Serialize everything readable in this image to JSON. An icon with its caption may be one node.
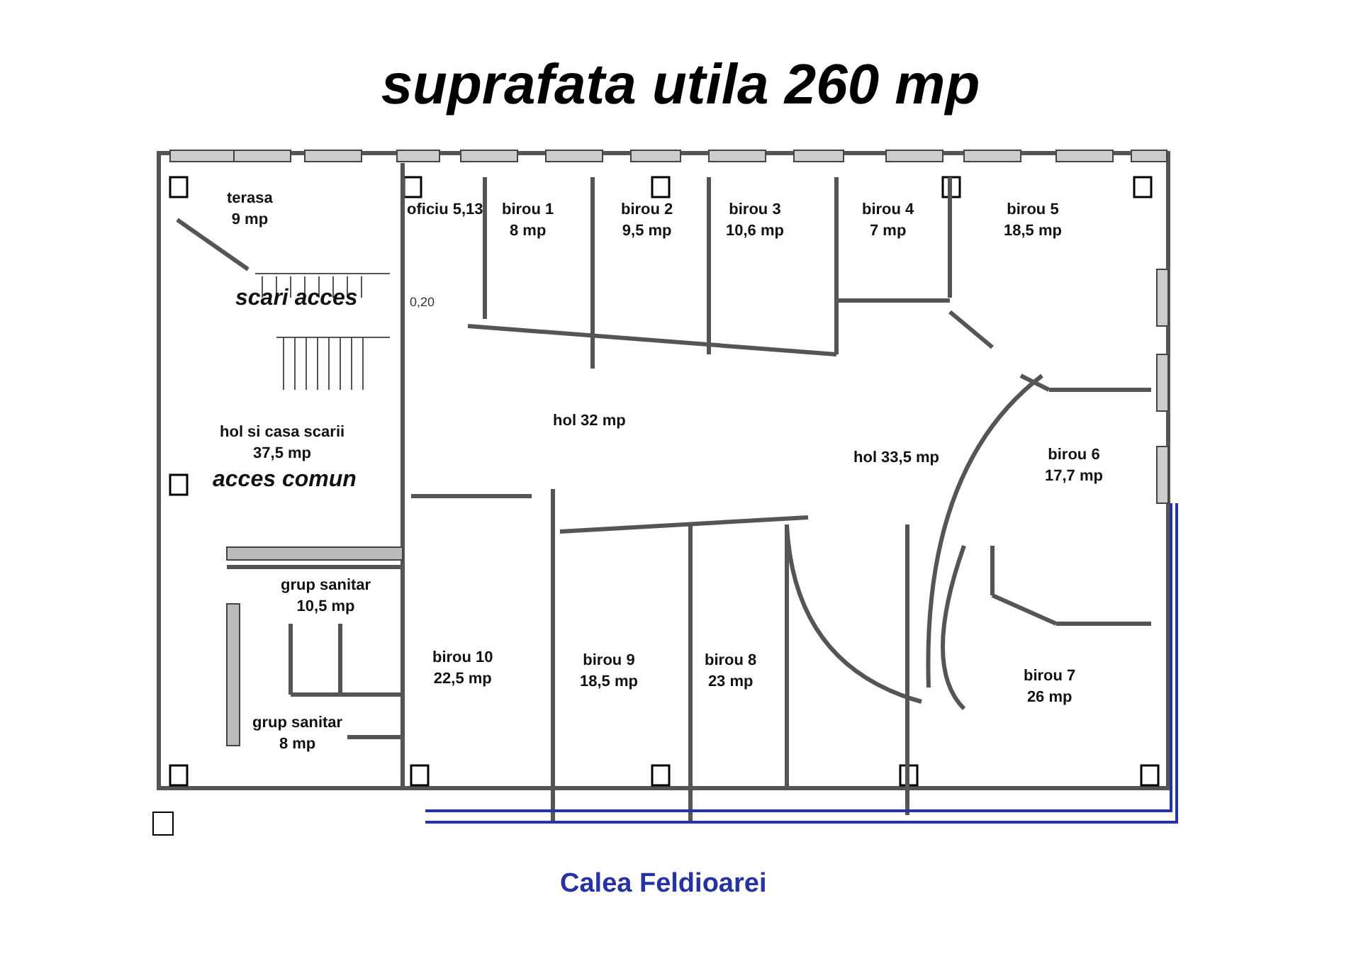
{
  "diagram": {
    "title": "suprafata utila 260 mp",
    "nodes": [
      {
        "text": [
          "terasa",
          "9 mp"
        ]
      },
      {
        "text": [
          "oficiu 5,13"
        ]
      },
      {
        "text": [
          "birou 1",
          "8 mp"
        ]
      },
      {
        "text": [
          "birou 2",
          "9,5 mp"
        ]
      },
      {
        "text": [
          "birou 3",
          "10,6 mp"
        ]
      },
      {
        "text": [
          "birou 4",
          "7 mp"
        ]
      },
      {
        "text": [
          "birou 5",
          "18,5 mp"
        ]
      },
      {
        "text": [
          "hol si casa scarii",
          "37,5 mp"
        ]
      },
      {
        "text": [
          "hol 32 mp"
        ]
      },
      {
        "text": [
          "hol 33,5 mp"
        ]
      },
      {
        "text": [
          "birou 6",
          "17,7 mp"
        ]
      },
      {
        "text": [
          "grup sanitar",
          "10,5 mp"
        ]
      },
      {
        "text": [
          "birou 10",
          "22,5 mp"
        ]
      },
      {
        "text": [
          "birou 9",
          "18,5 mp"
        ]
      },
      {
        "text": [
          "birou 8",
          "23 mp"
        ]
      },
      {
        "text": [
          "birou 7",
          "26 mp"
        ]
      },
      {
        "text": [
          "grup sanitar",
          "8 mp"
        ]
      }
    ],
    "edges": [],
    "labels": [
      "scari acces",
      "0,20",
      "acces comun",
      "Calea Feldioarei"
    ]
  }
}
